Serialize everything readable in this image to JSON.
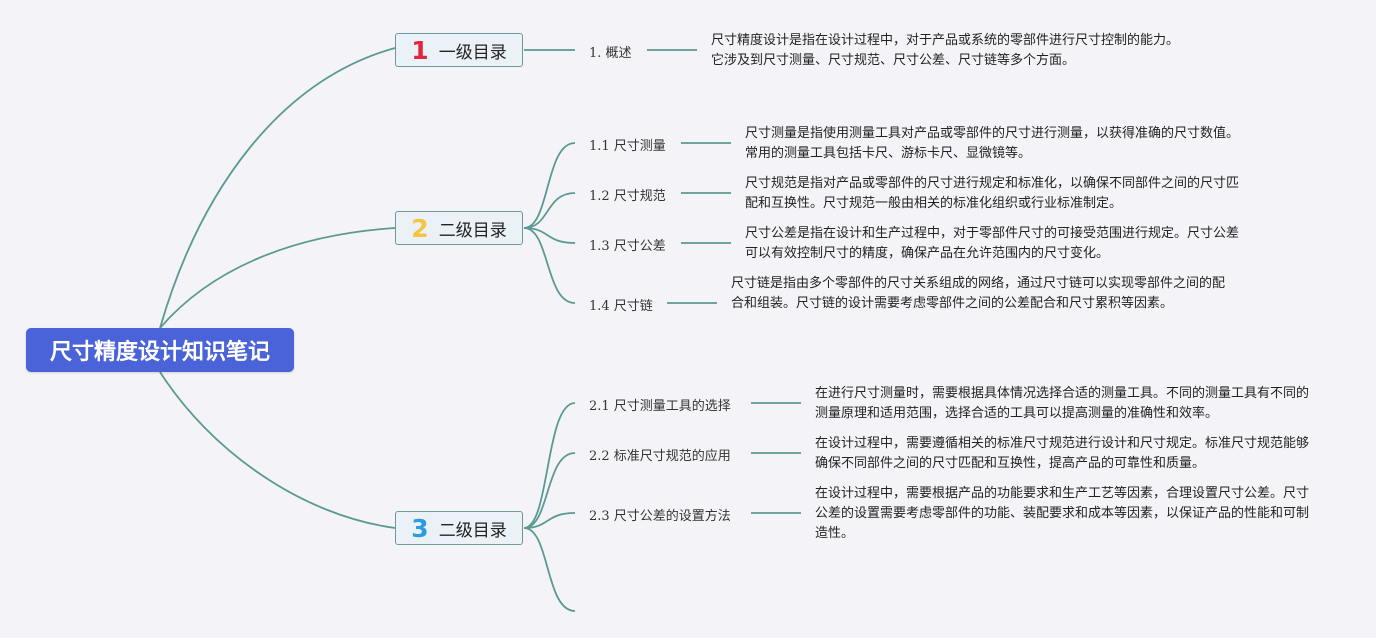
{
  "root": {
    "title": "尺寸精度设计知识笔记"
  },
  "branches": [
    {
      "badge": "1",
      "badge_color": "#e0263b",
      "label": "一级目录"
    },
    {
      "badge": "2",
      "badge_color": "#f5c443",
      "label": "二级目录"
    },
    {
      "badge": "3",
      "badge_color": "#2c9be0",
      "label": "二级目录"
    }
  ],
  "topics": [
    {
      "label": "1. 概述",
      "text": "尺寸精度设计是指在设计过程中，对于产品或系统的零部件进行尺寸控制的能力。它涉及到尺寸测量、尺寸规范、尺寸公差、尺寸链等多个方面。"
    },
    {
      "label": "1.1 尺寸测量",
      "text": "尺寸测量是指使用测量工具对产品或零部件的尺寸进行测量，以获得准确的尺寸数值。常用的测量工具包括卡尺、游标卡尺、显微镜等。"
    },
    {
      "label": "1.2 尺寸规范",
      "text": "尺寸规范是指对产品或零部件的尺寸进行规定和标准化，以确保不同部件之间的尺寸匹配和互换性。尺寸规范一般由相关的标准化组织或行业标准制定。"
    },
    {
      "label": "1.3 尺寸公差",
      "text": "尺寸公差是指在设计和生产过程中，对于零部件尺寸的可接受范围进行规定。尺寸公差可以有效控制尺寸的精度，确保产品在允许范围内的尺寸变化。"
    },
    {
      "label": "1.4 尺寸链",
      "text": "尺寸链是指由多个零部件的尺寸关系组成的网络，通过尺寸链可以实现零部件之间的配合和组装。尺寸链的设计需要考虑零部件之间的公差配合和尺寸累积等因素。"
    },
    {
      "label": "2.1 尺寸测量工具的选择",
      "text": "在进行尺寸测量时，需要根据具体情况选择合适的测量工具。不同的测量工具有不同的测量原理和适用范围，选择合适的工具可以提高测量的准确性和效率。"
    },
    {
      "label": "2.2 标准尺寸规范的应用",
      "text": "在设计过程中，需要遵循相关的标准尺寸规范进行设计和尺寸规定。标准尺寸规范能够确保不同部件之间的尺寸匹配和互换性，提高产品的可靠性和质量。"
    },
    {
      "label": "2.3 尺寸公差的设置方法",
      "text": "在设计过程中，需要根据产品的功能要求和生产工艺等因素，合理设置尺寸公差。尺寸公差的设置需要考虑零部件的功能、装配要求和成本等因素，以保证产品的性能和可制造性。"
    }
  ],
  "colors": {
    "root_bg": "#4a63d8",
    "connector": "#5a9a92",
    "branch_bg": "#eaf1f7",
    "branch_border": "#6d9a99",
    "background": "#f4f4f8"
  }
}
